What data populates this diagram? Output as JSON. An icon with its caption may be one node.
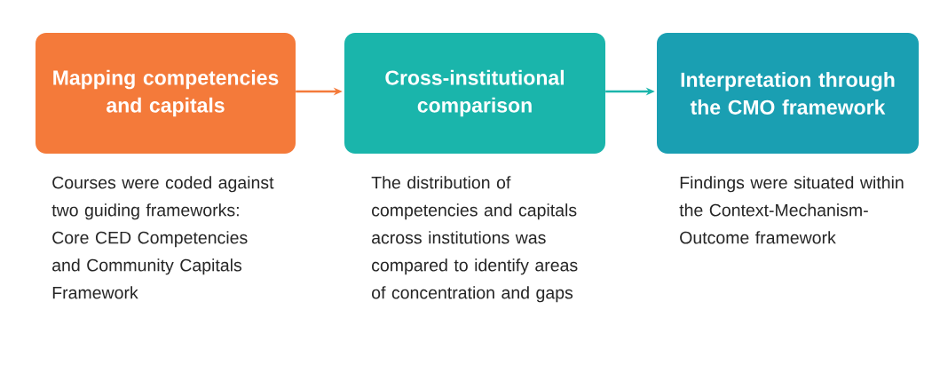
{
  "diagram": {
    "nodes": [
      {
        "text": [
          "Mapping competencies and capitals"
        ],
        "beside": [
          "Courses were coded against two guiding frameworks: Core CED Competencies and Community Capitals Framework"
        ]
      },
      {
        "text": [
          "Cross-institutional comparison"
        ],
        "beside": [
          "The distribution of competencies and capitals across institutions was compared to identify areas of concentration and gaps"
        ]
      },
      {
        "text": [
          "Interpretation through the CMO framework"
        ],
        "beside": [
          "Findings were situated within the Context-Mechanism-Outcome framework"
        ]
      }
    ],
    "edges": [
      {
        "from": 0,
        "to": 1,
        "arrow": "to",
        "color": "#f47a3a"
      },
      {
        "from": 1,
        "to": 2,
        "arrow": "to",
        "color": "#1ab5ab"
      }
    ]
  }
}
